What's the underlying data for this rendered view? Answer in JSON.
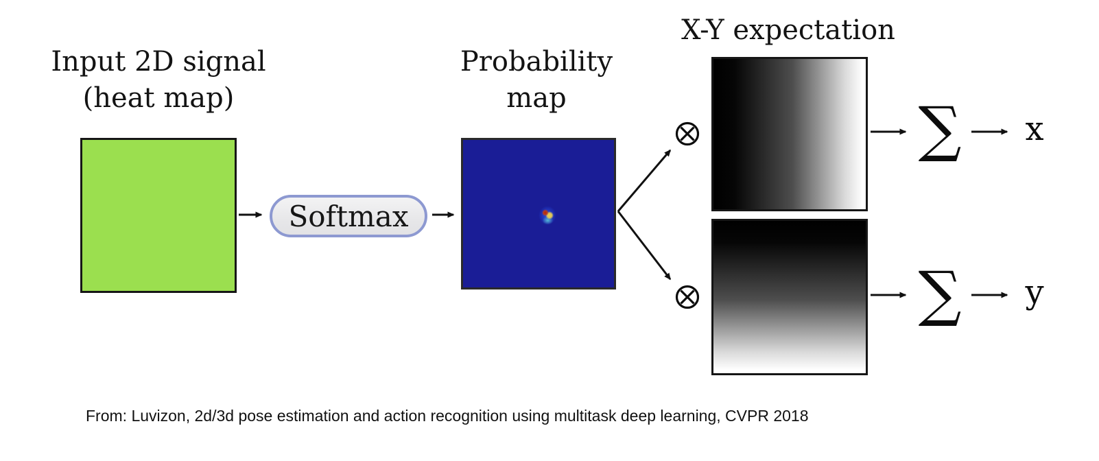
{
  "labels": {
    "input_title_line1": "Input 2D signal",
    "input_title_line2": "(heat map)",
    "softmax": "Softmax",
    "probability_title_line1": "Probability",
    "probability_title_line2": "map",
    "expectation_title": "X-Y expectation",
    "sum_symbol": "∑",
    "output_x": "x",
    "output_y": "y"
  },
  "icons": {
    "multiply_icon": "circled-times-otimes",
    "arrow_icon": "black-right-arrow"
  },
  "caption": "From: Luvizon, 2d/3d pose estimation and action recognition using multitask deep learning, CVPR 2018",
  "colors": {
    "background": "#ffffff",
    "heatmap_base": "#9bdf4f",
    "heatmap_hot": "#d93310",
    "heatmap_cold": "#1b47d4",
    "probability_map_bg": "#1a1d96",
    "softmax_fill": "#e9e9eb",
    "softmax_border": "#8d99d1",
    "ramp_dark": "#000000",
    "ramp_light": "#ffffff",
    "line": "#111111",
    "text": "#131313"
  }
}
